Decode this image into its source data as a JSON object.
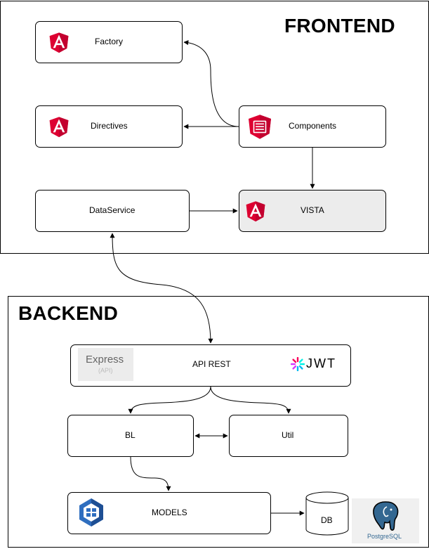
{
  "frontend": {
    "title": "FRONTEND",
    "factory_label": "Factory",
    "directives_label": "Directives",
    "components_label": "Components",
    "dataservice_label": "DataService",
    "vista_label": "VISTA"
  },
  "backend": {
    "title": "BACKEND",
    "api_label": "API REST",
    "express_logo_text": "Express",
    "express_logo_subtext": "(API)",
    "jwt_logo_text": "JWT",
    "bl_label": "BL",
    "util_label": "Util",
    "models_label": "MODELS",
    "db_label": "DB",
    "postgres_logo_text": "PostgreSQL"
  },
  "colors": {
    "angular_red": "#dd0031",
    "angular_dark": "#c3002f",
    "vista_fill": "#ececec",
    "sequelize_blue": "#2f6ebf",
    "postgres_blue": "#336791"
  }
}
